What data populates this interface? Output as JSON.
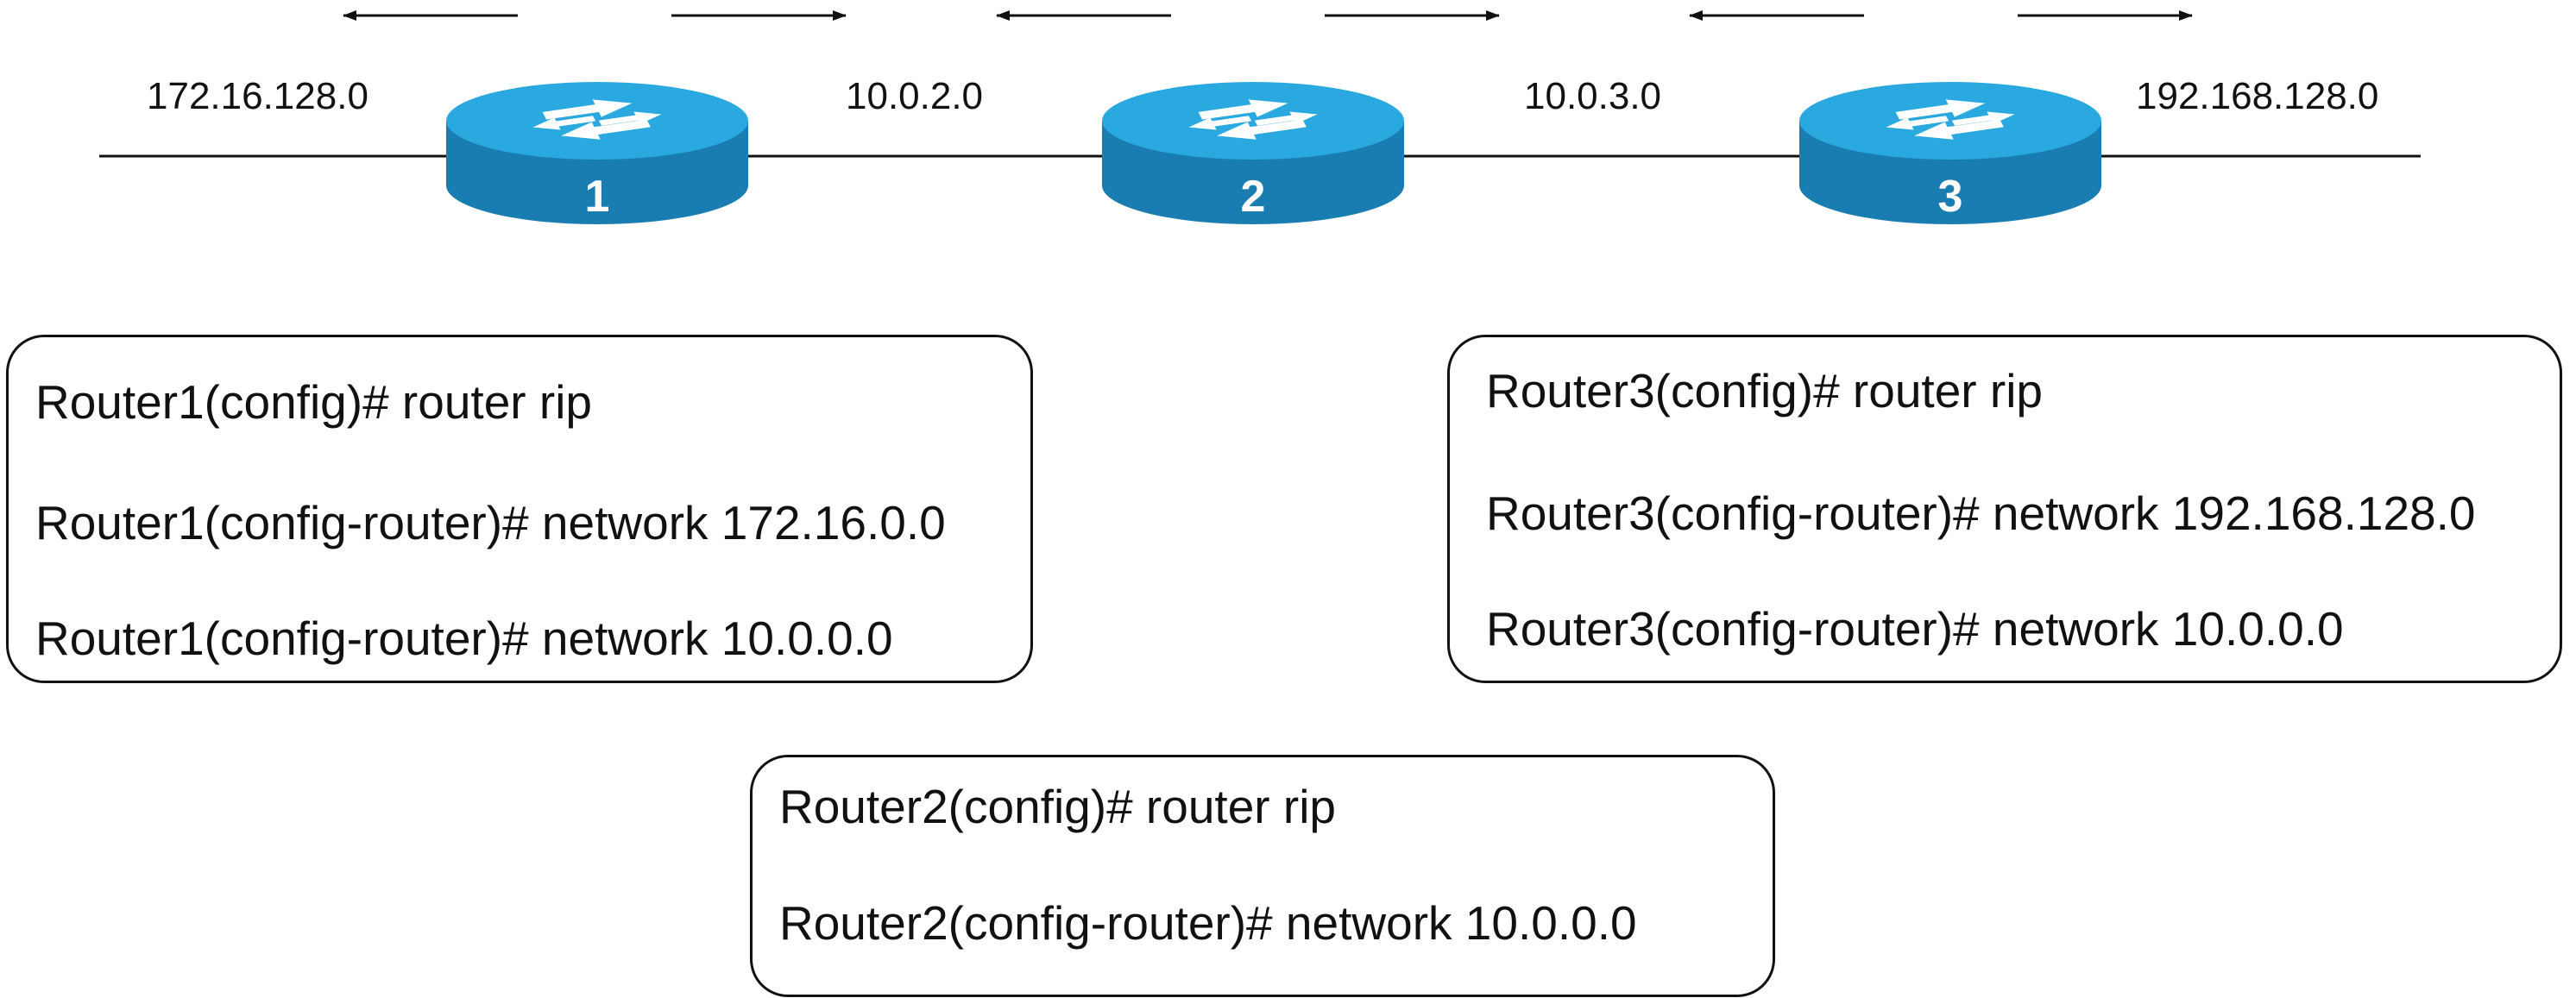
{
  "networks": {
    "left": "172.16.128.0",
    "link_1_2": "10.0.2.0",
    "link_2_3": "10.0.3.0",
    "right": "192.168.128.0"
  },
  "routers": [
    {
      "id": "router-1",
      "label": "1"
    },
    {
      "id": "router-2",
      "label": "2"
    },
    {
      "id": "router-3",
      "label": "3"
    }
  ],
  "colors": {
    "router_top": "#29a9e0",
    "router_side": "#1a7db1",
    "line": "#111111"
  },
  "configs": {
    "router1": [
      "Router1(config)# router rip",
      "Router1(config-router)# network 172.16.0.0",
      "Router1(config-router)# network 10.0.0.0"
    ],
    "router2": [
      "Router2(config)# router rip",
      "Router2(config-router)# network 10.0.0.0"
    ],
    "router3": [
      "Router3(config)# router rip",
      "Router3(config-router)# network 192.168.128.0",
      "Router3(config-router)# network 10.0.0.0"
    ]
  }
}
